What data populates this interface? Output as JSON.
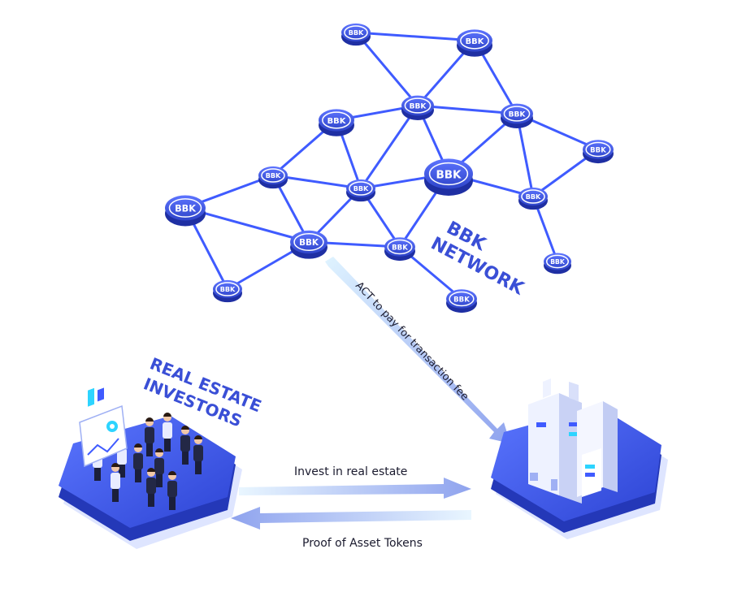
{
  "network": {
    "title_line1": "BBK",
    "title_line2": "NETWORK",
    "node_label": "BBK",
    "node_color": "#3a4fd6",
    "edge_color": "#3f5bff"
  },
  "investors": {
    "title_line1": "REAL ESTATE",
    "title_line2": "INVESTORS"
  },
  "flows": {
    "fee": "ACT to pay for transaction fee",
    "invest": "Invest in real estate",
    "tokens": "Proof of Asset Tokens"
  },
  "colors": {
    "accent": "#3f5bff",
    "platform_top": "#4a63ee",
    "platform_side": "#2438b8",
    "arrow": "#a9b8f5"
  }
}
